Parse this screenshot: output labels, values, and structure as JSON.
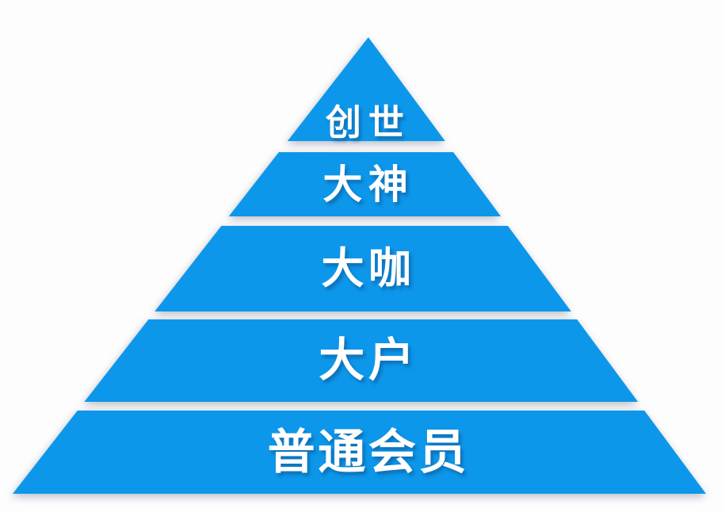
{
  "diagram": {
    "type": "pyramid-hierarchy",
    "orientation": "apex-top",
    "level_count": 5,
    "levels": [
      {
        "rank": 1,
        "label": "创世"
      },
      {
        "rank": 2,
        "label": "大神"
      },
      {
        "rank": 3,
        "label": "大咖"
      },
      {
        "rank": 4,
        "label": "大户"
      },
      {
        "rank": 5,
        "label": "普通会员"
      }
    ],
    "colors": {
      "tier_fill": "#0d97ea",
      "label_text": "#ffffff",
      "separator": "#ffffff",
      "background": "#fdfdfe"
    }
  }
}
